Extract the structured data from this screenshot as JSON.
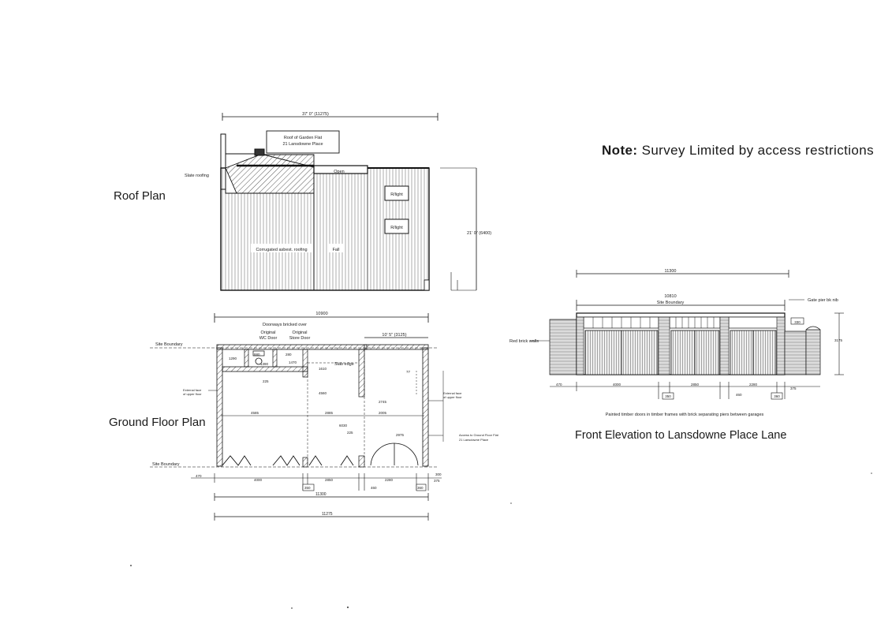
{
  "note": {
    "lead": "Note:",
    "text": " Survey Limited by access restrictions"
  },
  "titles": {
    "roof_plan": "Roof Plan",
    "ground_floor_plan": "Ground Floor Plan",
    "front_elevation": "Front Elevation to Lansdowne Place Lane"
  },
  "roof_plan": {
    "overall_width": "37' 0\" (11275)",
    "depth": "21' 0\" (6400)",
    "garden_flat_roof": [
      "Roof of Garden Flat",
      "21 Lansdowne Place"
    ],
    "slate_roofing": "Slate roofing",
    "open": "Open",
    "rooflight_1": "R/light",
    "rooflight_2": "R/light",
    "corrugated": "Corrugated asbest. roofing",
    "fall": "Fall"
  },
  "ground_floor_plan": {
    "top_dim": "10900",
    "doorways_bricked": "Doorways bricked over",
    "original_wc": [
      "Original",
      "WC Door"
    ],
    "original_store": [
      "Original",
      "Store Door"
    ],
    "right_top_dim": "10' 5\" (3125)",
    "site_boundary_top": "Site Boundary",
    "site_boundary_bottom": "Site Boundary",
    "slab_edge": "Slab edge",
    "external_face_left": [
      "External face",
      "of upper floor"
    ],
    "external_face_right": [
      "External face",
      "of upper floor"
    ],
    "access_note": [
      "Access to Ground Floor Flat",
      "21 Lansdowne Place"
    ],
    "dims": {
      "d1290": "1290",
      "d880": "880",
      "d1390": "1390",
      "d280": "280",
      "d1470": "1470",
      "d1610": "1610",
      "d225": "225",
      "d4560": "4560",
      "d77": "77",
      "d2745": "2745",
      "d4585": "4585",
      "d2885": "2885",
      "d2005": "2005",
      "d6030": "6030",
      "d225b": "225",
      "d2975": "2975",
      "d470": "470",
      "d4000": "4000",
      "d2850": "2850",
      "d2280": "2280",
      "d300": "300",
      "d375": "375",
      "d350": "350",
      "d460": "460",
      "d360": "360",
      "d11300": "11300",
      "d11275": "11275"
    }
  },
  "front_elevation": {
    "d11300": "11300",
    "d10810": "10810",
    "site_boundary": "Site Boundary",
    "gate_pier": "Gate pier bk nib",
    "red_brick": "Red brick walls",
    "d330": "330",
    "d3175": "3175",
    "d470": "470",
    "d4000": "4000",
    "d2850": "2850",
    "d2280": "2280",
    "d375": "375",
    "d350": "350",
    "d460": "460",
    "d360": "360",
    "caption": "Painted timber doors in timber frames with brick separating piers between garages"
  }
}
